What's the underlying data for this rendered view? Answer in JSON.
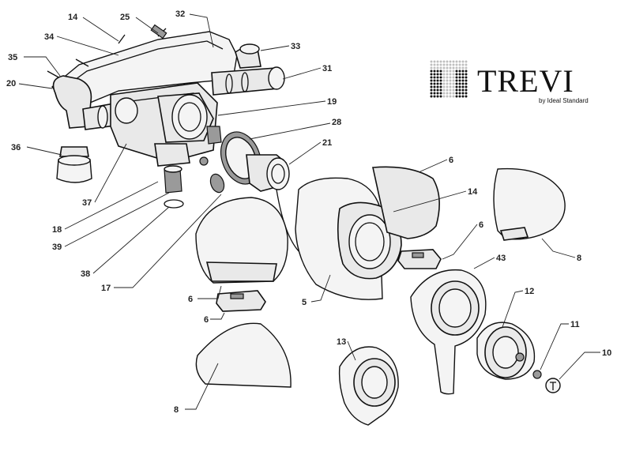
{
  "brand": {
    "name": "TREVI",
    "tagline": "by Ideal Standard"
  },
  "callouts": {
    "n14_top": "14",
    "n25": "25",
    "n32": "32",
    "n34": "34",
    "n33": "33",
    "n35": "35",
    "n31": "31",
    "n20": "20",
    "n19": "19",
    "n28": "28",
    "n36": "36",
    "n21": "21",
    "n6_top": "6",
    "n37": "37",
    "n14_mid": "14",
    "n18": "18",
    "n6_mid": "6",
    "n39": "39",
    "n8_right": "8",
    "n38": "38",
    "n43": "43",
    "n12": "12",
    "n17": "17",
    "n6_left": "6",
    "n5": "5",
    "n6_bottom": "6",
    "n11": "11",
    "n10": "10",
    "n13": "13",
    "n8_bottom": "8"
  },
  "colors": {
    "line": "#111111",
    "part_fill": "#e9e9e9",
    "background": "#ffffff"
  }
}
